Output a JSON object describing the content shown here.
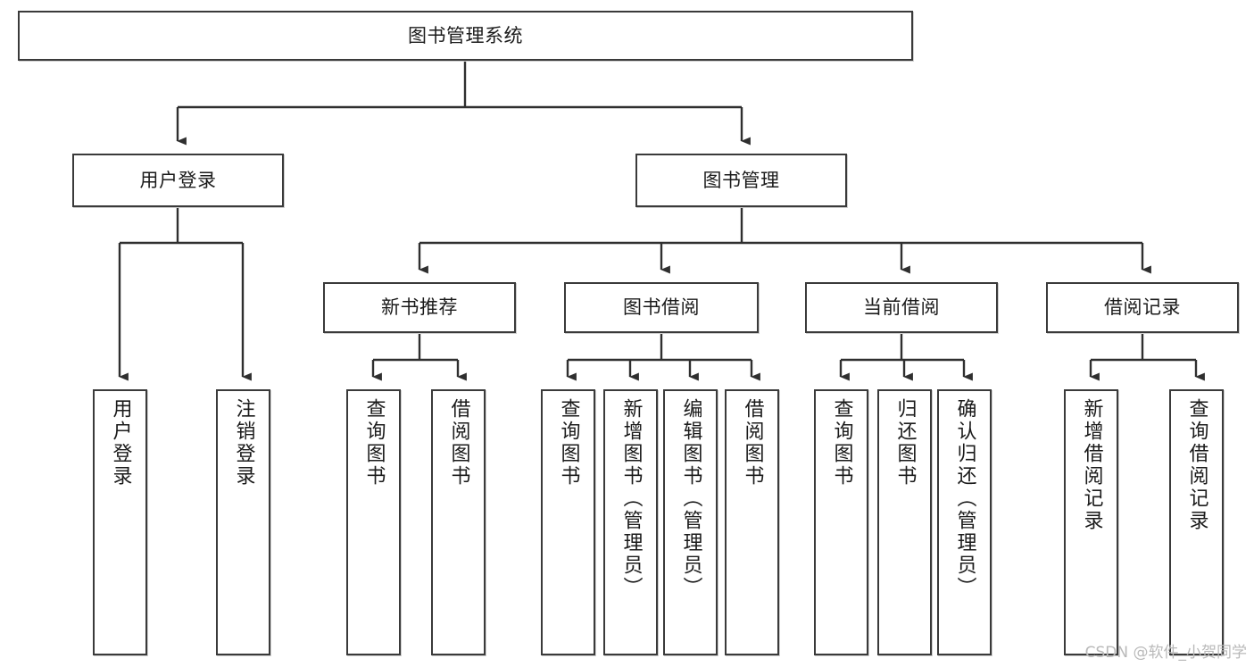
{
  "diagram": {
    "title": "图书管理系统",
    "type": "tree-hierarchy-diagram",
    "colors": {
      "box_border": "#3a3a3a",
      "box_fill": "#ffffff",
      "edge": "#2f2f2f",
      "text": "#1b1b1b",
      "watermark": "#b9b9b9",
      "background": "#ffffff"
    },
    "root": {
      "label": "图书管理系统"
    },
    "level2": [
      {
        "label": "用户登录"
      },
      {
        "label": "图书管理"
      }
    ],
    "level3": [
      {
        "label": "新书推荐"
      },
      {
        "label": "图书借阅"
      },
      {
        "label": "当前借阅"
      },
      {
        "label": "借阅记录"
      }
    ],
    "leaves": {
      "user_login": [
        {
          "label": "用户登录"
        },
        {
          "label": "注销登录"
        }
      ],
      "new_book_recommend": [
        {
          "label": "查询图书"
        },
        {
          "label": "借阅图书"
        }
      ],
      "book_borrow": [
        {
          "label": "查询图书"
        },
        {
          "label": "新增图书（管理员）"
        },
        {
          "label": "编辑图书（管理员）"
        },
        {
          "label": "借阅图书"
        }
      ],
      "current_borrow": [
        {
          "label": "查询图书"
        },
        {
          "label": "归还图书"
        },
        {
          "label": "确认归还（管理员）"
        }
      ],
      "borrow_record": [
        {
          "label": "新增借阅记录"
        },
        {
          "label": "查询借阅记录"
        }
      ]
    }
  },
  "watermark": {
    "text": "CSDN @软件_小贺同学"
  }
}
